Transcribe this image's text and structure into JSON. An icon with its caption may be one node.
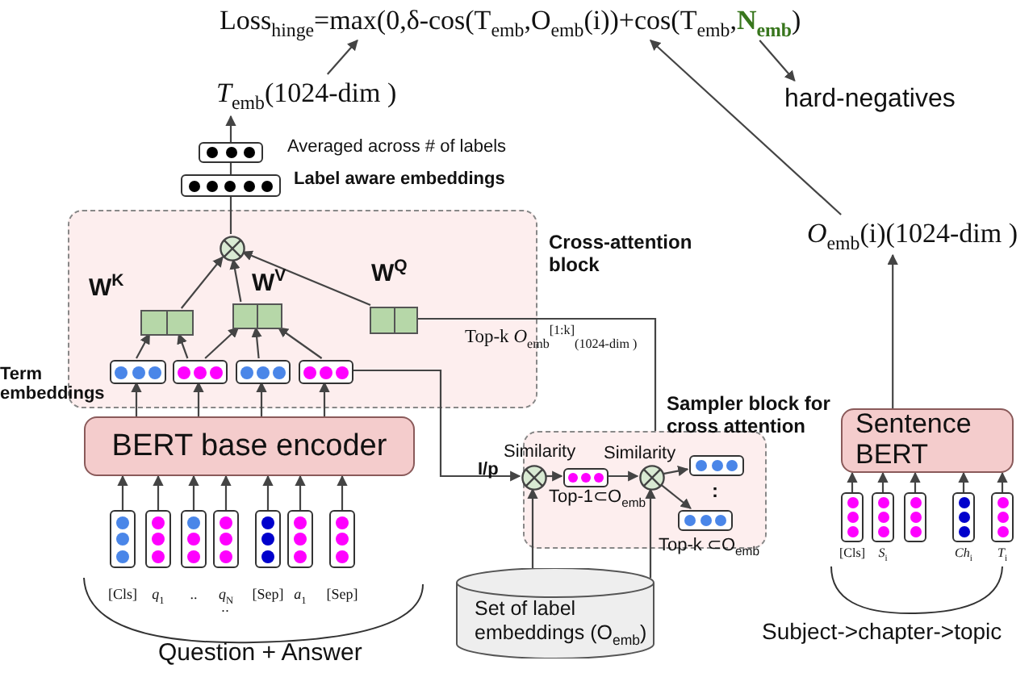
{
  "diagram": {
    "nodes": [
      {
        "text": [
          "Loss$_{hinge}$=max(0,δ-cos(T$_{emb}$,O$_{emb}$(i))+cos(T$_{emb}$,**N**$_{emb}$)"
        ]
      },
      {
        "text": [
          "hard-negatives"
        ]
      },
      {
        "text": [
          "*T*$_{emb}$(1024-dim )"
        ]
      },
      {
        "text": [],
        "shape": "box",
        "beside": [
          "Averaged across # of labels"
        ]
      },
      {
        "text": [],
        "shape": "box",
        "beside": [
          "Label aware embeddings"
        ]
      },
      {
        "text": [
          "Cross-attention block"
        ]
      },
      {
        "text": [],
        "shape": "circle",
        "in": 5
      },
      {
        "text": [],
        "shape": "box",
        "in": 5,
        "beside": [
          "W$^{K}$"
        ]
      },
      {
        "text": [],
        "shape": "box",
        "in": 5,
        "beside": [
          "W$^{V}$"
        ]
      },
      {
        "text": [],
        "shape": "box",
        "in": 5,
        "beside": [
          "W$^{Q}$"
        ]
      },
      {
        "text": [],
        "shape": "box",
        "in": 5
      },
      {
        "text": [],
        "shape": "box",
        "in": 5
      },
      {
        "text": [],
        "shape": "box",
        "in": 5
      },
      {
        "text": [],
        "shape": "box",
        "in": 5
      },
      {
        "text": [
          "BERT base encoder"
        ]
      },
      {
        "text": [],
        "shape": "box",
        "beside": [
          "[Cls]"
        ]
      },
      {
        "text": [],
        "shape": "box",
        "beside": [
          "*q*$_{1}$"
        ]
      },
      {
        "text": [],
        "shape": "box",
        "beside": [
          ".."
        ]
      },
      {
        "text": [],
        "shape": "box",
        "beside": [
          "*q*$_{N}$"
        ]
      },
      {
        "text": [],
        "shape": "box",
        "beside": [
          "[Sep]"
        ]
      },
      {
        "text": [],
        "shape": "box",
        "beside": [
          "*a*$_{1}$"
        ]
      },
      {
        "text": [],
        "shape": "box",
        "beside": [
          "[Sep]"
        ]
      },
      {
        "text": [
          "Sampler block for cross attention"
        ]
      },
      {
        "text": [],
        "shape": "circle",
        "in": 22,
        "beside": [
          "Similarity"
        ]
      },
      {
        "text": [],
        "shape": "box",
        "in": 22,
        "beside": [
          "Top-1⊂O$_{emb}$"
        ]
      },
      {
        "text": [],
        "shape": "circle",
        "in": 22,
        "beside": [
          "Similarity"
        ]
      },
      {
        "text": [],
        "shape": "box",
        "in": 22
      },
      {
        "text": [],
        "shape": "box",
        "in": 22,
        "beside": [
          "Top-k ⊂O$_{emb}$"
        ]
      },
      {
        "text": [
          "Set of label embeddings (O$_{emb}$)"
        ]
      },
      {
        "text": [
          "Sentence BERT"
        ]
      },
      {
        "text": [],
        "shape": "box",
        "beside": [
          "[Cls]"
        ]
      },
      {
        "text": [],
        "shape": "box",
        "beside": [
          "*S*$_{i}$"
        ]
      },
      {
        "text": [],
        "shape": "box"
      },
      {
        "text": [],
        "shape": "box",
        "beside": [
          "*Ch*$_{i}$"
        ]
      },
      {
        "text": [],
        "shape": "box",
        "beside": [
          "*T*$_{i}$"
        ]
      },
      {
        "text": [
          "*O*$_{emb}$(i)(1024-dim )"
        ]
      }
    ],
    "edges": [
      {
        "from": 2,
        "to": 0,
        "arrow": "to"
      },
      {
        "from": 35,
        "to": 0,
        "arrow": "to"
      },
      {
        "from": 0,
        "to": 1,
        "arrow": "to"
      },
      {
        "from": 6,
        "to": 4,
        "arrow": "none"
      },
      {
        "from": 4,
        "to": 3,
        "arrow": "none"
      },
      {
        "from": 3,
        "to": 2,
        "arrow": "to"
      },
      {
        "from": 7,
        "to": 6,
        "arrow": "to"
      },
      {
        "from": 8,
        "to": 6,
        "arrow": "to"
      },
      {
        "from": 9,
        "to": 6,
        "arrow": "to"
      },
      {
        "from": 10,
        "to": 7,
        "arrow": "to"
      },
      {
        "from": 11,
        "to": 7,
        "arrow": "to"
      },
      {
        "from": 11,
        "to": 8,
        "arrow": "to"
      },
      {
        "from": 12,
        "to": 8,
        "arrow": "to"
      },
      {
        "from": 13,
        "to": 8,
        "arrow": "to"
      },
      {
        "from": 14,
        "to": 10,
        "arrow": "to"
      },
      {
        "from": 14,
        "to": 11,
        "arrow": "to"
      },
      {
        "from": 14,
        "to": 12,
        "arrow": "to"
      },
      {
        "from": 14,
        "to": 13,
        "arrow": "to"
      },
      {
        "from": 15,
        "to": 14,
        "arrow": "to"
      },
      {
        "from": 16,
        "to": 14,
        "arrow": "to"
      },
      {
        "from": 17,
        "to": 14,
        "arrow": "to"
      },
      {
        "from": 18,
        "to": 14,
        "arrow": "to"
      },
      {
        "from": 19,
        "to": 14,
        "arrow": "to"
      },
      {
        "from": 20,
        "to": 14,
        "arrow": "to"
      },
      {
        "from": 21,
        "to": 14,
        "arrow": "to"
      },
      {
        "from": 22,
        "to": 9,
        "arrow": "none",
        "label": "Top-k *O*$_{emb}$$^{[1:k]}$$_{(1024-dim )}$"
      },
      {
        "from": 13,
        "to": 23,
        "arrow": "to",
        "label": "I/p"
      },
      {
        "from": 23,
        "to": 24,
        "arrow": "to"
      },
      {
        "from": 24,
        "to": 25,
        "arrow": "to"
      },
      {
        "from": 25,
        "to": 26,
        "arrow": "to"
      },
      {
        "from": 25,
        "to": 27,
        "arrow": "to"
      },
      {
        "from": 28,
        "to": 23,
        "arrow": "to"
      },
      {
        "from": 28,
        "to": 25,
        "arrow": "to"
      },
      {
        "from": 30,
        "to": 29,
        "arrow": "to"
      },
      {
        "from": 31,
        "to": 29,
        "arrow": "to"
      },
      {
        "from": 32,
        "to": 29,
        "arrow": "to"
      },
      {
        "from": 33,
        "to": 29,
        "arrow": "to"
      },
      {
        "from": 34,
        "to": 29,
        "arrow": "to"
      },
      {
        "from": 29,
        "to": 35,
        "arrow": "to"
      }
    ],
    "labels": [
      "Term embeddings",
      "..",
      ":",
      "Question + Answer",
      "Subject->chapter->topic"
    ]
  }
}
